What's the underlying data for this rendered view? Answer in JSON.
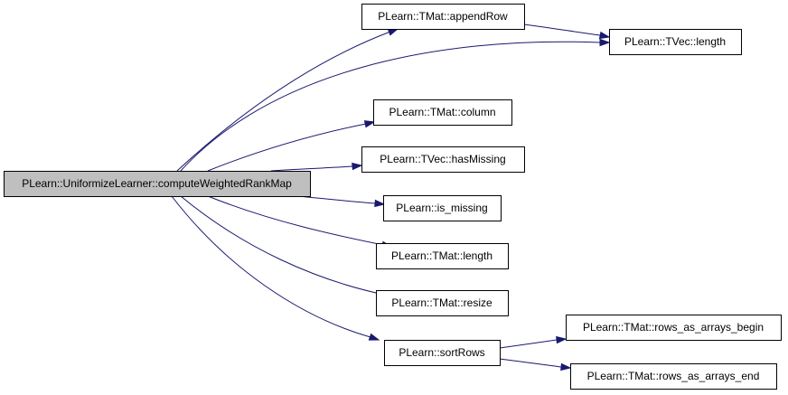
{
  "graph": {
    "nodes": [
      {
        "id": "root",
        "label": "PLearn::UniformizeLearner::computeWeightedRankMap",
        "highlight": true
      },
      {
        "id": "appendRow",
        "label": "PLearn::TMat::appendRow"
      },
      {
        "id": "tvecLength",
        "label": "PLearn::TVec::length"
      },
      {
        "id": "column",
        "label": "PLearn::TMat::column"
      },
      {
        "id": "hasMissing",
        "label": "PLearn::TVec::hasMissing"
      },
      {
        "id": "isMissing",
        "label": "PLearn::is_missing"
      },
      {
        "id": "tmatLength",
        "label": "PLearn::TMat::length"
      },
      {
        "id": "resize",
        "label": "PLearn::TMat::resize"
      },
      {
        "id": "sortRows",
        "label": "PLearn::sortRows"
      },
      {
        "id": "rowsBegin",
        "label": "PLearn::TMat::rows_as_arrays_begin"
      },
      {
        "id": "rowsEnd",
        "label": "PLearn::TMat::rows_as_arrays_end"
      }
    ],
    "edges": [
      {
        "from": "root",
        "to": "appendRow"
      },
      {
        "from": "root",
        "to": "tvecLength"
      },
      {
        "from": "root",
        "to": "column"
      },
      {
        "from": "root",
        "to": "hasMissing"
      },
      {
        "from": "root",
        "to": "isMissing"
      },
      {
        "from": "root",
        "to": "tmatLength"
      },
      {
        "from": "root",
        "to": "resize"
      },
      {
        "from": "root",
        "to": "sortRows"
      },
      {
        "from": "appendRow",
        "to": "tvecLength"
      },
      {
        "from": "sortRows",
        "to": "rowsBegin"
      },
      {
        "from": "sortRows",
        "to": "rowsEnd"
      }
    ],
    "colors": {
      "highlight_fill": "#bfbfbf",
      "node_fill": "#ffffff",
      "edge": "#191970"
    }
  }
}
